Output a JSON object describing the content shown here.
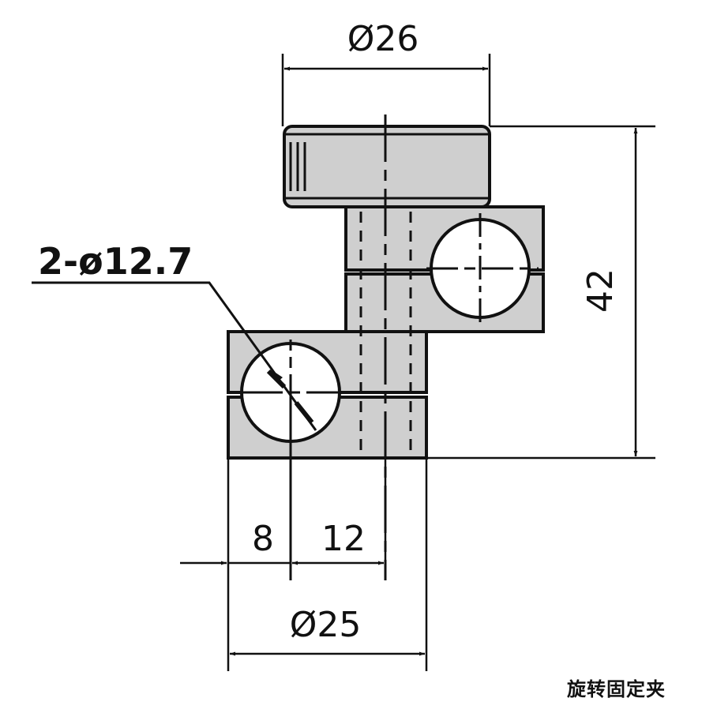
{
  "drawing": {
    "title": "旋转固定夹",
    "dimensions": {
      "top_diameter": "Ø26",
      "total_height": "42",
      "hole_callout": "2-ø12.7",
      "offset_left": "8",
      "offset_center": "12",
      "bottom_diameter": "Ø25"
    },
    "colors": {
      "line": "#111111",
      "fill": "#cfcfcf",
      "background": "#ffffff"
    }
  }
}
